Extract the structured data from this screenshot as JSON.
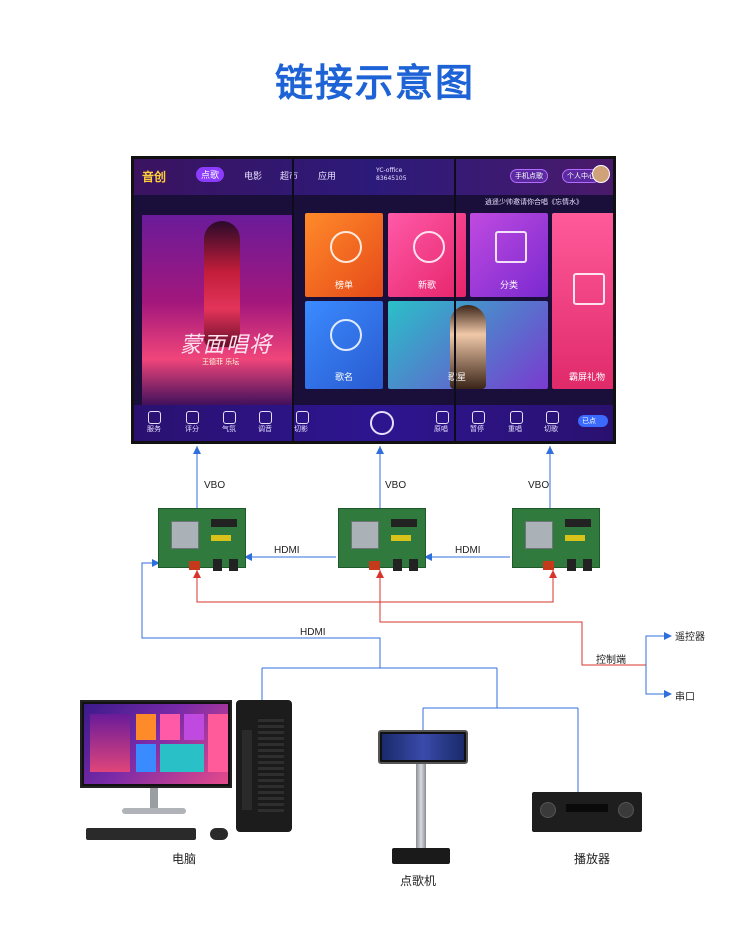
{
  "title": "链接示意图",
  "tv_wall": {
    "brand": "音创",
    "nav": [
      "点歌",
      "电影",
      "超市",
      "应用"
    ],
    "wifi_info": "YC-office 83645105",
    "btn_phone": "手机点歌",
    "btn_user": "个人中心",
    "notice": "逍遥少帅邀请你合唱《忘情水》",
    "poster_title": "蒙面唱将",
    "poster_sub": "王德菲 乐坛",
    "tiles": [
      "榜单",
      "新歌",
      "分类",
      "歌名",
      "歌星",
      "霸屏礼物"
    ],
    "bottom": [
      "服务",
      "评分",
      "气氛",
      "调音",
      "切影",
      "原唱",
      "暂停",
      "重唱",
      "切歌"
    ],
    "selected_btn": "已点"
  },
  "labels": {
    "vbo": "VBO",
    "hdmi": "HDMI",
    "control": "控制端",
    "remote": "遥控器",
    "serial": "串口"
  },
  "devices": {
    "computer": "电脑",
    "jukebox": "点歌机",
    "player": "播放器"
  },
  "colors": {
    "title": "#1e63d6",
    "blue_line": "#2f6fdc",
    "red_line": "#d9342b"
  }
}
